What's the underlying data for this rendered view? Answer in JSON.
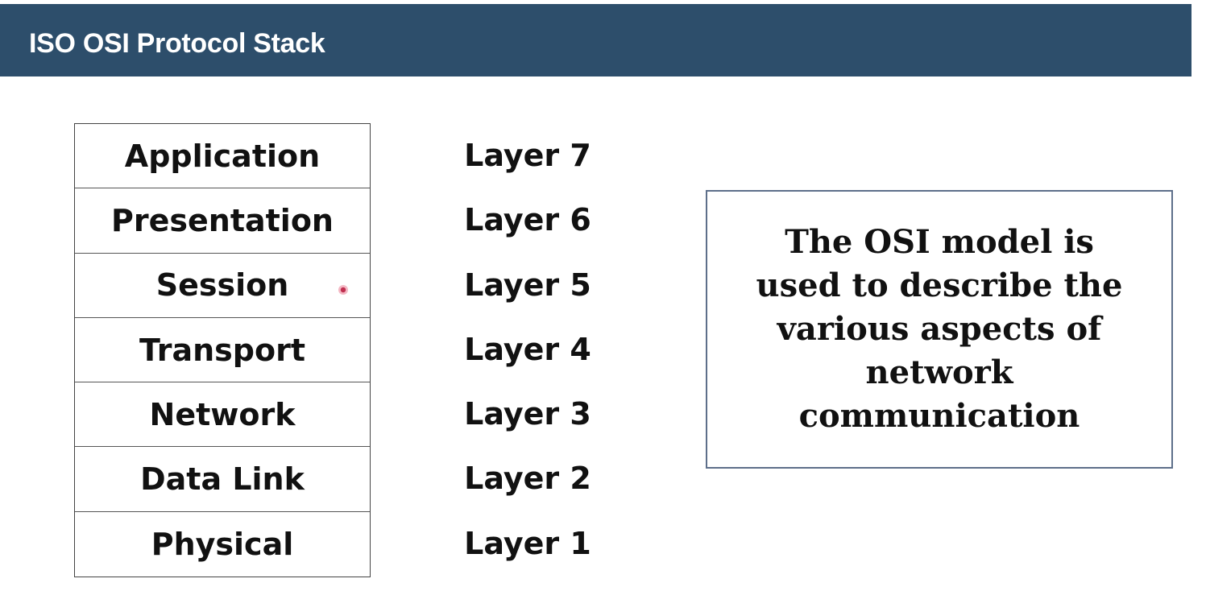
{
  "header": {
    "title": "ISO OSI Protocol Stack"
  },
  "stack": {
    "layers": [
      {
        "name": "Application",
        "label": "Layer 7"
      },
      {
        "name": "Presentation",
        "label": "Layer 6"
      },
      {
        "name": "Session",
        "label": "Layer 5"
      },
      {
        "name": "Transport",
        "label": "Layer 4"
      },
      {
        "name": "Network",
        "label": "Layer 3"
      },
      {
        "name": "Data Link",
        "label": "Layer 2"
      },
      {
        "name": "Physical",
        "label": "Layer 1"
      }
    ]
  },
  "description": {
    "text": "The OSI model is used to describe the various aspects of network communication"
  },
  "colors": {
    "header_bg": "#2d4e6b",
    "box_border": "#5d6f8a"
  }
}
